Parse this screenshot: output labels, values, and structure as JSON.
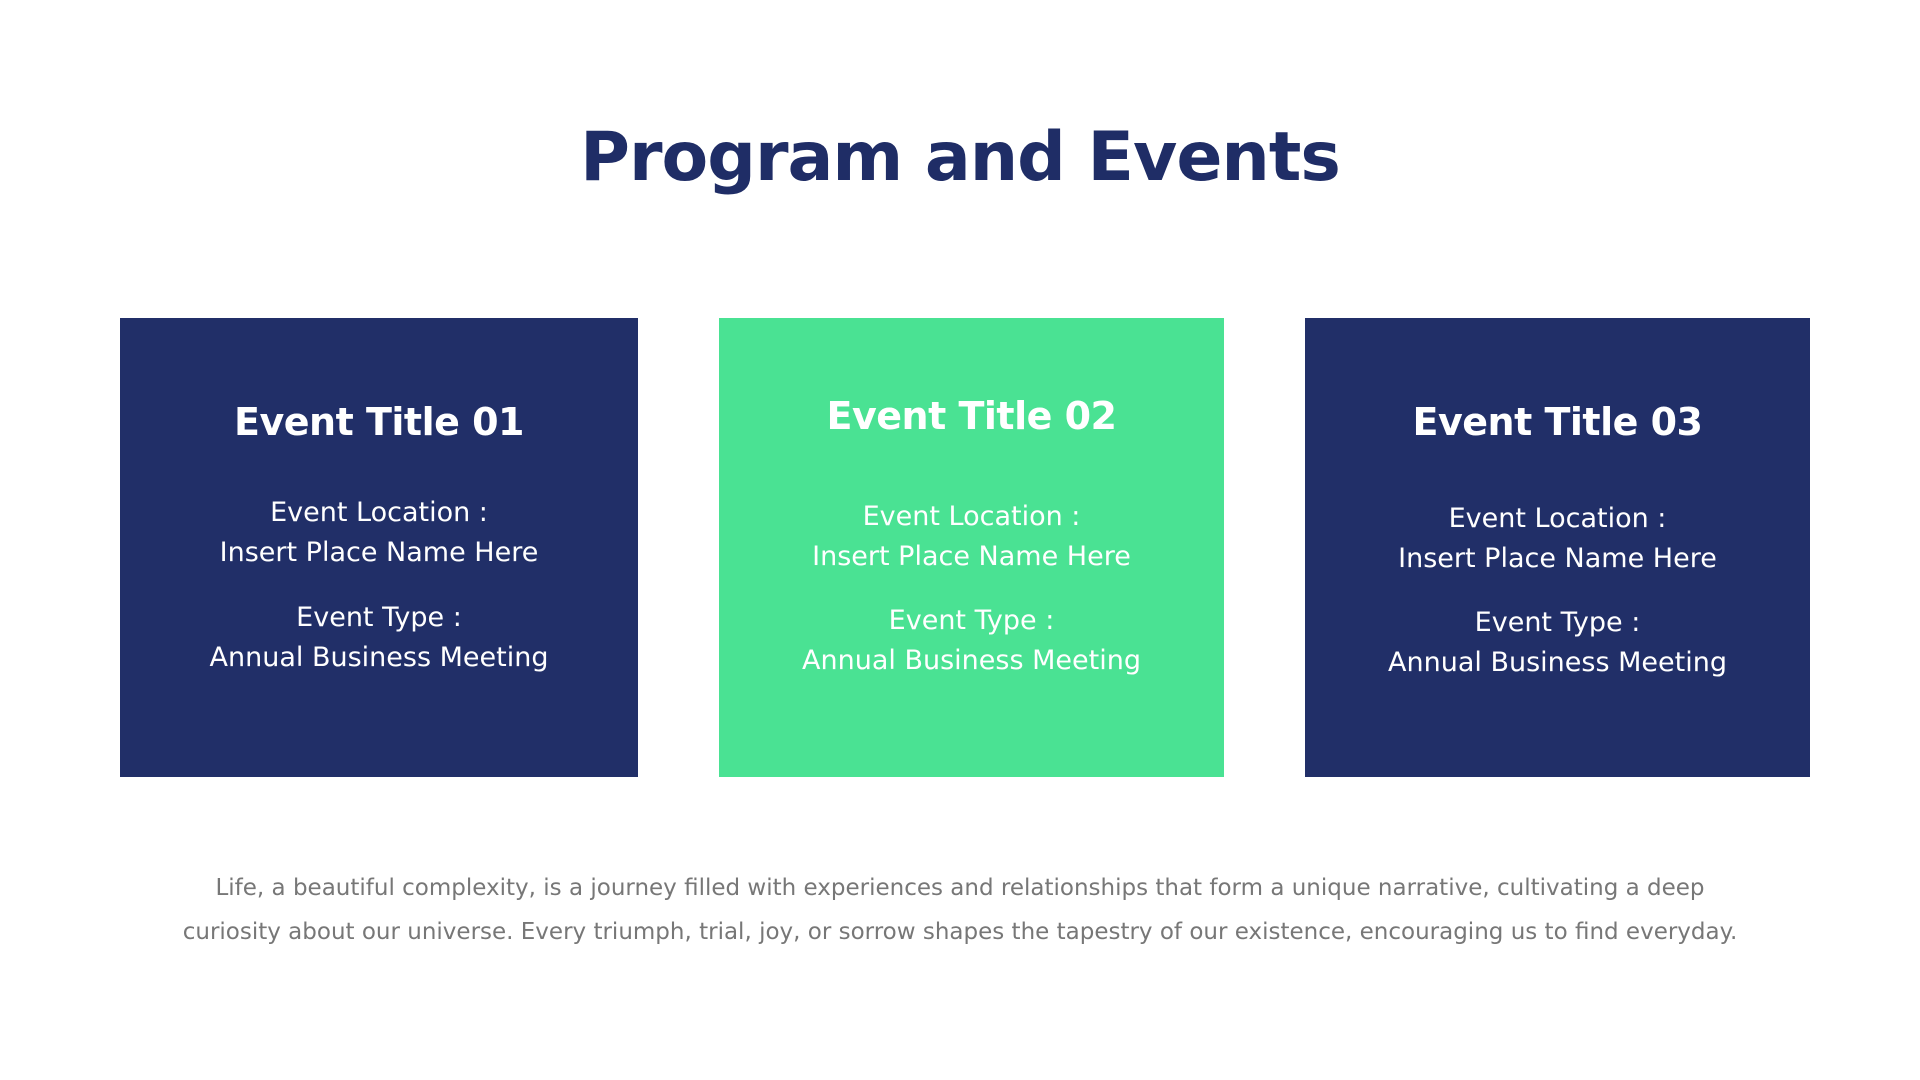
{
  "slide": {
    "title": "Program and Events",
    "colors": {
      "navy": "#212f68",
      "green": "#4ae293",
      "title": "#1f2d66",
      "body_text": "#777777"
    },
    "events": [
      {
        "title": "Event Title 01",
        "location_label": "Event Location :",
        "location_value": "Insert Place Name Here",
        "type_label": "Event Type :",
        "type_value": "Annual Business Meeting",
        "color": "navy"
      },
      {
        "title": "Event Title 02",
        "location_label": "Event Location :",
        "location_value": "Insert Place Name Here",
        "type_label": "Event Type :",
        "type_value": "Annual Business Meeting",
        "color": "green"
      },
      {
        "title": "Event Title 03",
        "location_label": "Event Location :",
        "location_value": "Insert Place Name Here",
        "type_label": "Event Type :",
        "type_value": "Annual Business Meeting",
        "color": "navy"
      }
    ],
    "body_lines": [
      "Life, a beautiful complexity, is a journey filled with experiences and relationships that form a unique narrative, cultivating a deep",
      "curiosity about our universe. Every triumph, trial, joy, or sorrow shapes the tapestry of our existence, encouraging us to find everyday."
    ]
  }
}
